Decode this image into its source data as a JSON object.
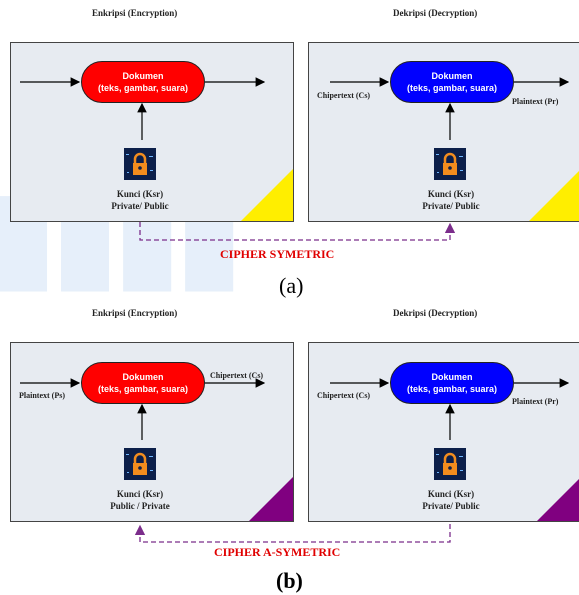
{
  "top_partial_caption": "Enkripsi (Encryption)",
  "diagram_a": {
    "left_header": "Enkripsi (Encryption)",
    "right_header": "Dekripsi (Decryption)",
    "left_doc": [
      "Dokumen",
      "(teks, gambar, suara)"
    ],
    "right_doc": [
      "Dokumen",
      "(teks, gambar, suara)"
    ],
    "right_input_label": "Chipertext (Cs)",
    "right_output_label": "Plaintext (Pr)",
    "left_key": [
      "Kunci (Ksr)",
      "Private/ Public"
    ],
    "right_key": [
      "Kunci (Ksr)",
      "Private/ Public"
    ],
    "cipher_label": "CIPHER SYMETRIC",
    "caption": "(a)"
  },
  "diagram_b": {
    "left_header": "Enkripsi (Encryption)",
    "right_header": "Dekripsi (Decryption)",
    "left_doc": [
      "Dokumen",
      "(teks, gambar, suara)"
    ],
    "right_doc": [
      "Dokumen",
      "(teks, gambar, suara)"
    ],
    "left_input_label": "Plaintext (Ps)",
    "left_output_label": "Chipertext (Cs)",
    "right_input_label": "Chipertext (Cs)",
    "right_output_label": "Plaintext (Pr)",
    "left_key": [
      "Kunci (Ksr)",
      "Public / Private"
    ],
    "right_key": [
      "Kunci (Ksr)",
      "Private/ Public"
    ],
    "cipher_label": "CIPHER A-SYMETRIC",
    "caption": "(b)"
  },
  "colors": {
    "encrypt_doc": "#ff0000",
    "decrypt_doc": "#0000ff",
    "symmetric_corner": "#ffee00",
    "asymmetric_corner": "#800080",
    "link_dash": "#7b2d8b",
    "cipher_text": "#e00000"
  },
  "icons": [
    "lock-icon"
  ]
}
